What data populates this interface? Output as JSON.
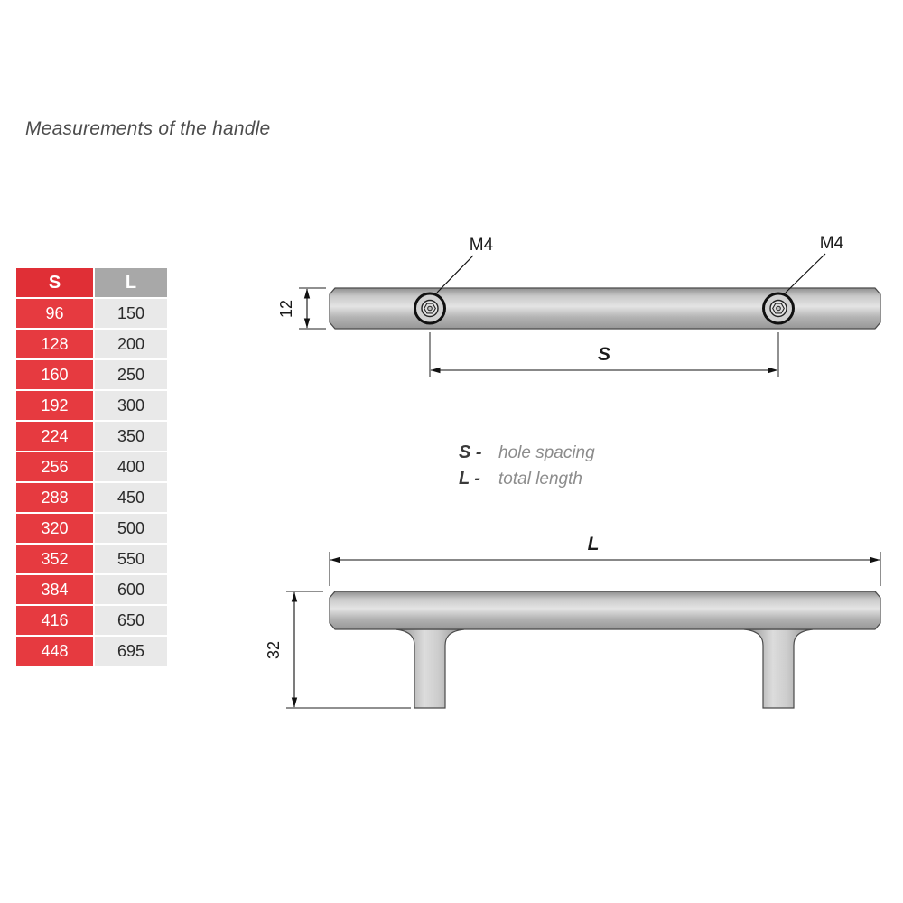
{
  "title": "Measurements of the handle",
  "table": {
    "headers": {
      "s": "S",
      "l": "L"
    },
    "rows": [
      {
        "s": "96",
        "l": "150"
      },
      {
        "s": "128",
        "l": "200"
      },
      {
        "s": "160",
        "l": "250"
      },
      {
        "s": "192",
        "l": "300"
      },
      {
        "s": "224",
        "l": "350"
      },
      {
        "s": "256",
        "l": "400"
      },
      {
        "s": "288",
        "l": "450"
      },
      {
        "s": "320",
        "l": "500"
      },
      {
        "s": "352",
        "l": "550"
      },
      {
        "s": "384",
        "l": "600"
      },
      {
        "s": "416",
        "l": "650"
      },
      {
        "s": "448",
        "l": "695"
      }
    ]
  },
  "top_view": {
    "hole_label_left": "M4",
    "hole_label_right": "M4",
    "thickness_label": "12",
    "spacing_label": "S"
  },
  "legend": {
    "s_key": "S -",
    "s_desc": "hole spacing",
    "l_key": "L -",
    "l_desc": "total length"
  },
  "side_view": {
    "length_label": "L",
    "height_label": "32"
  },
  "colors": {
    "accent_red": "#e63a40",
    "header_gray": "#a8a8a8",
    "cell_gray": "#e9e9e9",
    "line": "#1a1a1a"
  }
}
